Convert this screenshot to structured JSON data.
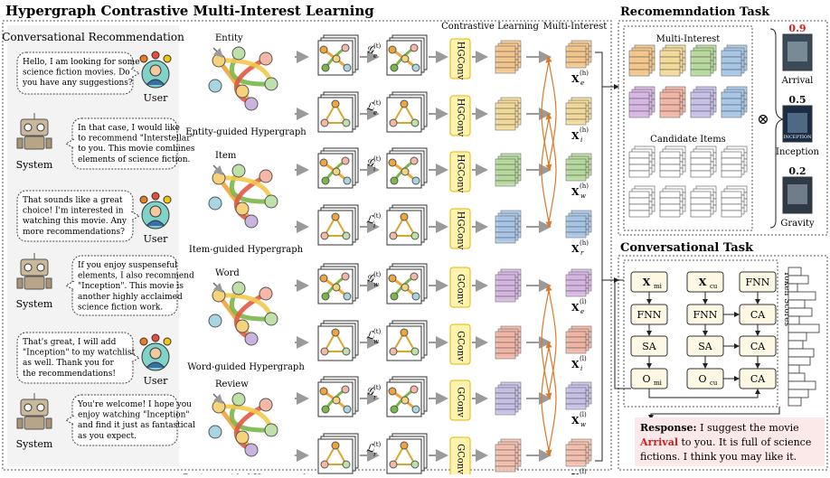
{
  "title": "Hypergraph Contrastive Multi-Interest Learning",
  "conv": {
    "header": "Conversational Recommendation",
    "user_label": "User",
    "system_label": "System",
    "u1": [
      "Hello, I am looking for some",
      "science fiction movies. Do",
      "you have any suggestions?"
    ],
    "s1": [
      "In that case, I would like",
      "to recommend \"Interstellar\"",
      "to you. This movie combines",
      "elements of science fiction."
    ],
    "u2": [
      "That sounds like a great",
      "choice! I'm interested in",
      "watching this movie. Any",
      "more recommendations?"
    ],
    "s2": [
      "If you enjoy suspenseful",
      "elements, I also recommend",
      "\"Inception\". This movie is",
      "another highly acclaimed",
      "science fiction work."
    ],
    "u3": [
      "That's great, I will add",
      "\"Inception\" to my watchlist",
      "as well. Thank you for",
      "the recommendations!"
    ],
    "s3": [
      "You're welcome! I hope you",
      "enjoy watching \"Inception\"",
      "and find it just as fantastical",
      "as you expect."
    ]
  },
  "hypergraphs": {
    "entity": "Entity",
    "entity_caption": "Entity-guided Hypergraph",
    "item": "Item",
    "item_caption": "Item-guided Hypergraph",
    "word": "Word",
    "word_caption": "Word-guided Hypergraph",
    "review": "Review",
    "review_caption": "Review-guided Hypergraph"
  },
  "graph_symbols": [
    "𝒢",
    "ℒ",
    "𝒢",
    "ℒ",
    "𝒢",
    "ℒ",
    "𝒢",
    "ℒ"
  ],
  "graph_subs": [
    "e",
    "e",
    "i",
    "i",
    "w",
    "w",
    "r",
    "r"
  ],
  "graph_sup": "(t)",
  "conv_blocks": [
    "HGConv",
    "HGConv",
    "HGConv",
    "HGConv",
    "GConv",
    "GConv",
    "GConv",
    "GConv"
  ],
  "contrastive_label": "Contrastive Learning",
  "multi_interest_label": "Multi-Interest",
  "x_labels": [
    {
      "sub": "e",
      "sup": "(h)"
    },
    {
      "sub": "i",
      "sup": "(h)"
    },
    {
      "sub": "w",
      "sup": "(h)"
    },
    {
      "sub": "r",
      "sup": "(h)"
    },
    {
      "sub": "e",
      "sup": "(l)"
    },
    {
      "sub": "i",
      "sup": "(l)"
    },
    {
      "sub": "w",
      "sup": "(l)"
    },
    {
      "sub": "r",
      "sup": "(l)"
    }
  ],
  "x_symbol": "X",
  "rec": {
    "header": "Recomemndation Task",
    "multi_interest": "Multi-Interest",
    "candidate_items": "Candidate Items",
    "otimes": "⊗",
    "movies": [
      {
        "score": "0.9",
        "name": "Arrival",
        "highlight": true
      },
      {
        "score": "0.5",
        "name": "Inception",
        "highlight": false
      },
      {
        "score": "0.2",
        "name": "Gravity",
        "highlight": false
      }
    ],
    "poster_texts": [
      "INCEPTION"
    ]
  },
  "ct": {
    "header": "Conversational Task",
    "x_mi": "X",
    "x_mi_sub": "mi",
    "x_cu": "X",
    "x_cu_sub": "cu",
    "fnn": "FNN",
    "sa": "SA",
    "ca": "CA",
    "o": "O",
    "o_mi_sub": "mi",
    "o_cu_sub": "cu",
    "token_scores": "Token Scores",
    "response_label": "Response:",
    "response_1": " I suggest the movie",
    "response_hl": "Arrival",
    "response_2": " to you. It is full of science",
    "response_3": "fictions. I think you may like it."
  },
  "colors": {
    "orange": "#f0a43a",
    "green": "#7ab648",
    "red": "#e05a44",
    "yellow": "#f2c94c",
    "blue": "#6f9fd8",
    "purple": "#b48ad0",
    "pink": "#f2a7b0",
    "conv_fill": "#fff3b0",
    "conv_stroke": "#e8b400",
    "block_fill": "#fdf8e4",
    "response_bg": "#fbe8e8",
    "highlight": "#d21f1f"
  }
}
